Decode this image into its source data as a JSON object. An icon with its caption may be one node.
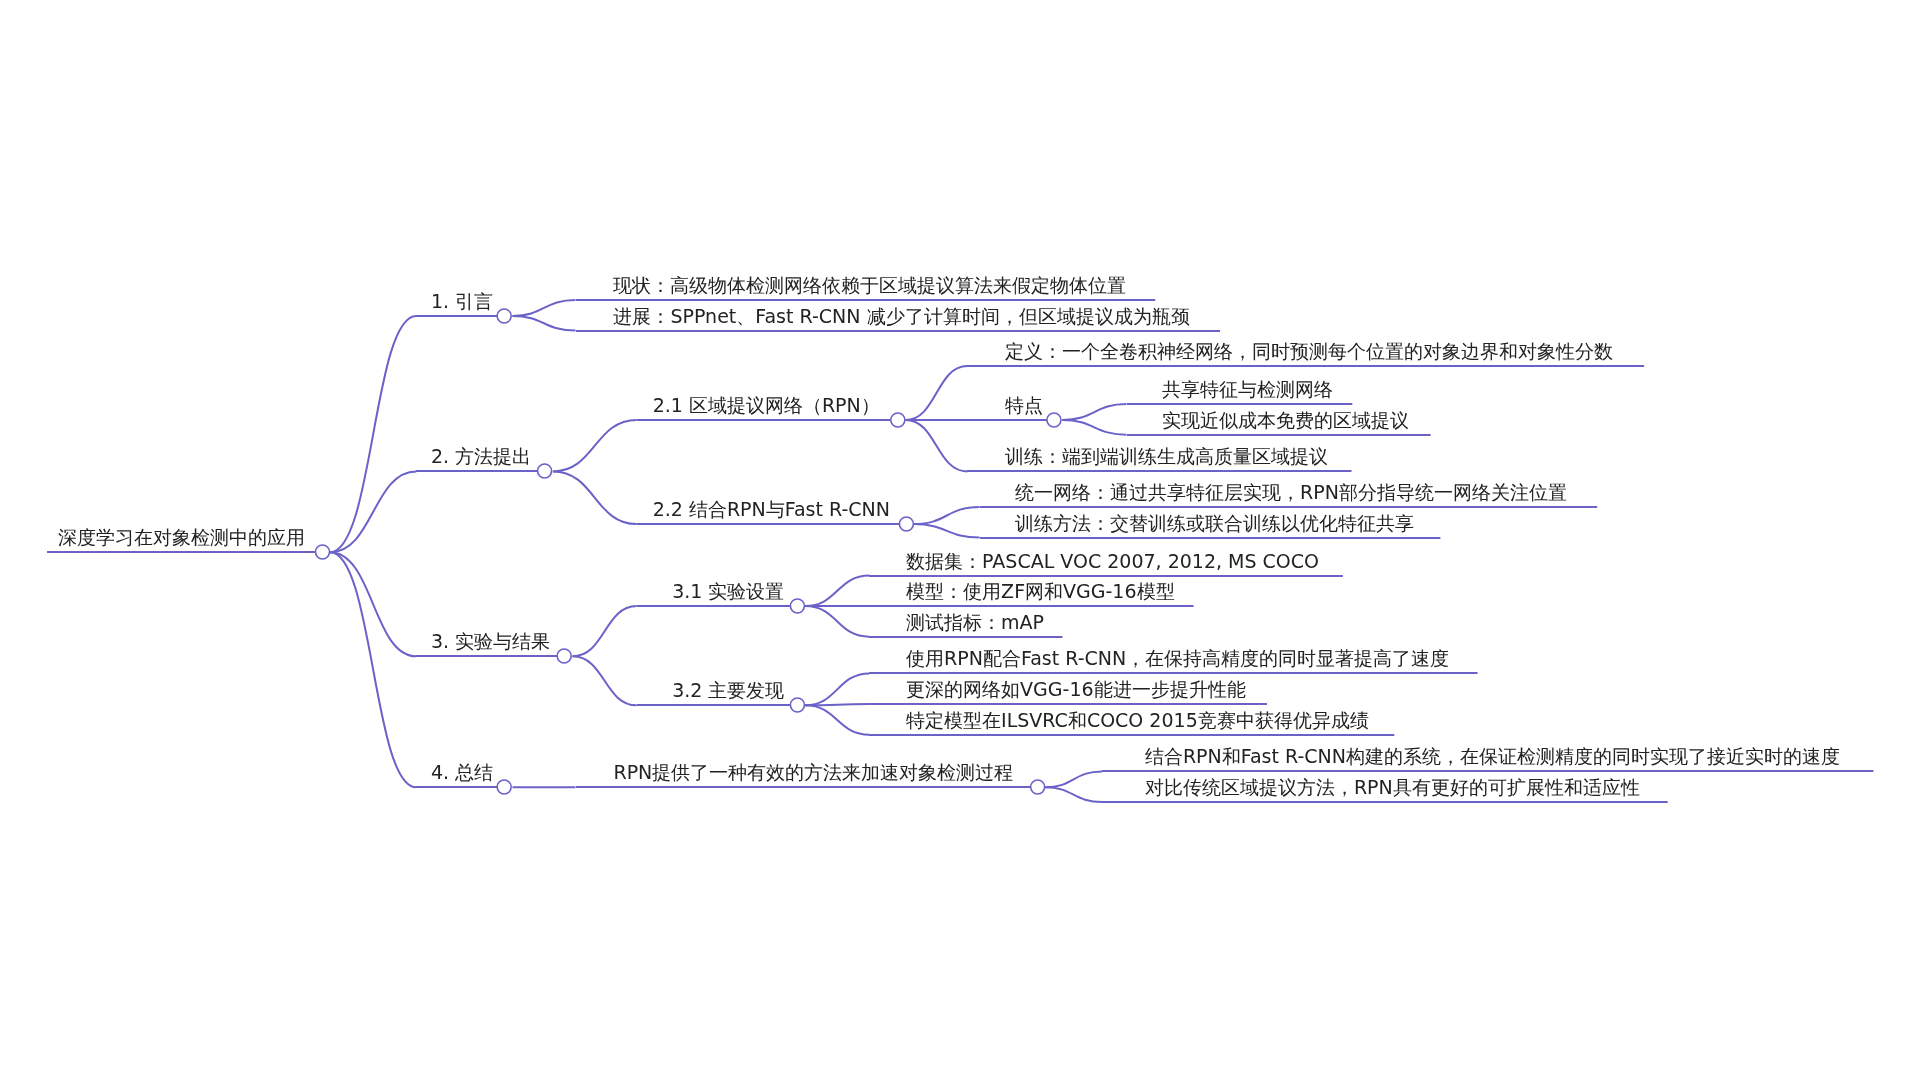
{
  "diagram": {
    "nodes": [
      {
        "text": [
          "深度学习在对象检测中的应用"
        ]
      },
      {
        "text": [
          "1. 引言"
        ]
      },
      {
        "text": [
          "现状：高级物体检测网络依赖于区域提议算法来假定物体位置"
        ]
      },
      {
        "text": [
          "进展：SPPnet、Fast R-CNN 减少了计算时间，但区域提议成为瓶颈"
        ]
      },
      {
        "text": [
          "2. 方法提出"
        ]
      },
      {
        "text": [
          "2.1 区域提议网络（RPN）"
        ]
      },
      {
        "text": [
          "定义：一个全卷积神经网络，同时预测每个位置的对象边界和对象性分数"
        ]
      },
      {
        "text": [
          "特点"
        ]
      },
      {
        "text": [
          "共享特征与检测网络"
        ]
      },
      {
        "text": [
          "实现近似成本免费的区域提议"
        ]
      },
      {
        "text": [
          "训练：端到端训练生成高质量区域提议"
        ]
      },
      {
        "text": [
          "2.2 结合RPN与Fast R-CNN"
        ]
      },
      {
        "text": [
          "统一网络：通过共享特征层实现，RPN部分指导统一网络关注位置"
        ]
      },
      {
        "text": [
          "训练方法：交替训练或联合训练以优化特征共享"
        ]
      },
      {
        "text": [
          "3. 实验与结果"
        ]
      },
      {
        "text": [
          "3.1 实验设置"
        ]
      },
      {
        "text": [
          "数据集：PASCAL VOC 2007, 2012, MS COCO"
        ]
      },
      {
        "text": [
          "模型：使用ZF网和VGG-16模型"
        ]
      },
      {
        "text": [
          "测试指标：mAP"
        ]
      },
      {
        "text": [
          "3.2 主要发现"
        ]
      },
      {
        "text": [
          "使用RPN配合Fast R-CNN，在保持高精度的同时显著提高了速度"
        ]
      },
      {
        "text": [
          "更深的网络如VGG-16能进一步提升性能"
        ]
      },
      {
        "text": [
          "特定模型在ILSVRC和COCO 2015竞赛中获得优异成绩"
        ]
      },
      {
        "text": [
          "4. 总结"
        ]
      },
      {
        "text": [
          "RPN提供了一种有效的方法来加速对象检测过程"
        ]
      },
      {
        "text": [
          "结合RPN和Fast R-CNN构建的系统，在保证检测精度的同时实现了接近实时的速度"
        ]
      },
      {
        "text": [
          "对比传统区域提议方法，RPN具有更好的可扩展性和适应性"
        ]
      }
    ],
    "edges": [
      {
        "from": 0,
        "to": 1,
        "arrow": "none"
      },
      {
        "from": 1,
        "to": 2,
        "arrow": "none"
      },
      {
        "from": 1,
        "to": 3,
        "arrow": "none"
      },
      {
        "from": 0,
        "to": 4,
        "arrow": "none"
      },
      {
        "from": 4,
        "to": 5,
        "arrow": "none"
      },
      {
        "from": 5,
        "to": 6,
        "arrow": "none"
      },
      {
        "from": 5,
        "to": 7,
        "arrow": "none"
      },
      {
        "from": 7,
        "to": 8,
        "arrow": "none"
      },
      {
        "from": 7,
        "to": 9,
        "arrow": "none"
      },
      {
        "from": 5,
        "to": 10,
        "arrow": "none"
      },
      {
        "from": 4,
        "to": 11,
        "arrow": "none"
      },
      {
        "from": 11,
        "to": 12,
        "arrow": "none"
      },
      {
        "from": 11,
        "to": 13,
        "arrow": "none"
      },
      {
        "from": 0,
        "to": 14,
        "arrow": "none"
      },
      {
        "from": 14,
        "to": 15,
        "arrow": "none"
      },
      {
        "from": 15,
        "to": 16,
        "arrow": "none"
      },
      {
        "from": 15,
        "to": 17,
        "arrow": "none"
      },
      {
        "from": 15,
        "to": 18,
        "arrow": "none"
      },
      {
        "from": 14,
        "to": 19,
        "arrow": "none"
      },
      {
        "from": 19,
        "to": 20,
        "arrow": "none"
      },
      {
        "from": 19,
        "to": 21,
        "arrow": "none"
      },
      {
        "from": 19,
        "to": 22,
        "arrow": "none"
      },
      {
        "from": 0,
        "to": 23,
        "arrow": "none"
      },
      {
        "from": 23,
        "to": 24,
        "arrow": "none"
      },
      {
        "from": 24,
        "to": 25,
        "arrow": "none"
      },
      {
        "from": 24,
        "to": 26,
        "arrow": "none"
      }
    ]
  }
}
